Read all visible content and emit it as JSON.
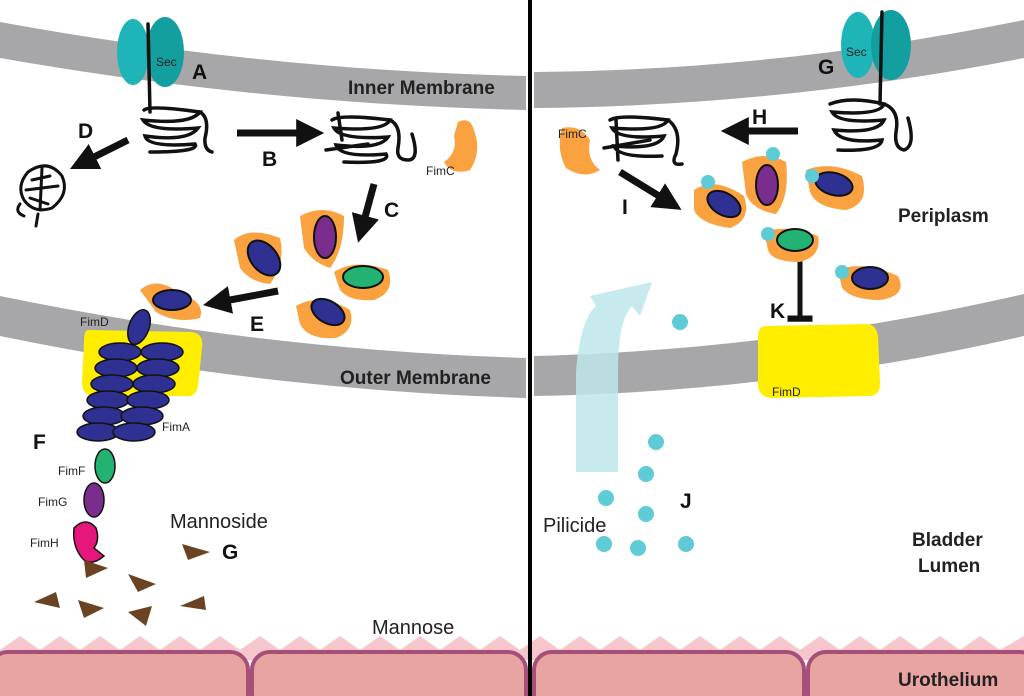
{
  "labels": {
    "inner_membrane": "Inner Membrane",
    "outer_membrane": "Outer Membrane",
    "periplasm": "Periplasm",
    "bladder": "Bladder",
    "lumen": "Lumen",
    "urothelium": "Urothelium",
    "mannose": "Mannose",
    "mannoside": "Mannoside",
    "pilicide": "Pilicide"
  },
  "letters": {
    "A": "A",
    "B": "B",
    "C": "C",
    "D": "D",
    "E": "E",
    "F": "F",
    "G_left": "G",
    "G_right": "G",
    "H": "H",
    "I": "I",
    "J": "J",
    "K": "K"
  },
  "proteins": {
    "sec_left": "Sec",
    "sec_right": "Sec",
    "fimc_left": "FimC",
    "fimc_right": "FimC",
    "fimd_left": "FimD",
    "fimd_right": "FimD",
    "fima": "FimA",
    "fimf": "FimF",
    "fimg": "FimG",
    "fimh": "FimH"
  },
  "colors": {
    "membrane": "#a7a7a9",
    "sec": "#1fb5b8",
    "chaperone": "#f9a23f",
    "fima_subunit": "#2e3192",
    "fimf_subunit": "#22b373",
    "fimg_subunit": "#7b2d8e",
    "fimh_subunit": "#e6177b",
    "usher": "#ffee00",
    "pilicide": "#5ecbd6",
    "ligand": "#6b4322",
    "urothelium_cell": "#e8a4a0",
    "urothelium_border": "#a64f79"
  }
}
